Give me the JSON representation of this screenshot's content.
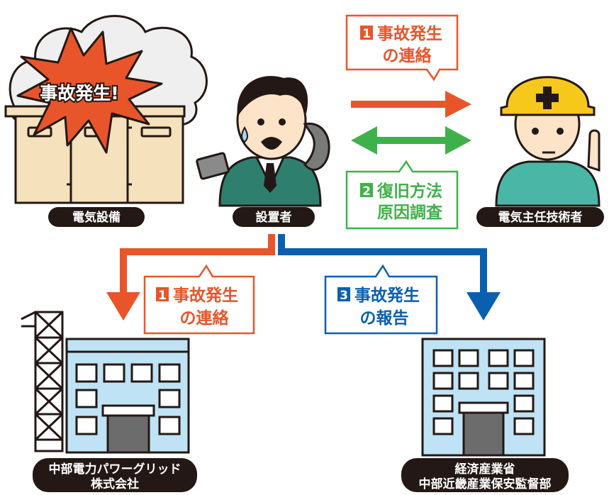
{
  "accident_burst": "事故発生!",
  "actors": {
    "equipment": "電気設備",
    "installer": "設置者",
    "engineer": "電気主任技術者",
    "utility": [
      "中部電力パワーグリッド",
      "株式会社"
    ],
    "ministry": [
      "経済産業省",
      "中部近畿産業保安監督部"
    ]
  },
  "messages": {
    "contact_engineer": {
      "number": "1",
      "lines": [
        "事故発生",
        "の連絡"
      ]
    },
    "engineer_reply": {
      "number": "2",
      "lines": [
        "復旧方法",
        "原因調査"
      ]
    },
    "contact_utility": {
      "number": "1",
      "lines": [
        "事故発生",
        "の連絡"
      ]
    },
    "report_ministry": {
      "number": "3",
      "lines": [
        "事故発生",
        "の報告"
      ]
    }
  },
  "colors": {
    "orange": "#e8552a",
    "green": "#3fb14a",
    "blue": "#0b5fb0",
    "dark": "#231815",
    "cabinet": "#f5e2bd",
    "building": "#bfe3f5"
  }
}
